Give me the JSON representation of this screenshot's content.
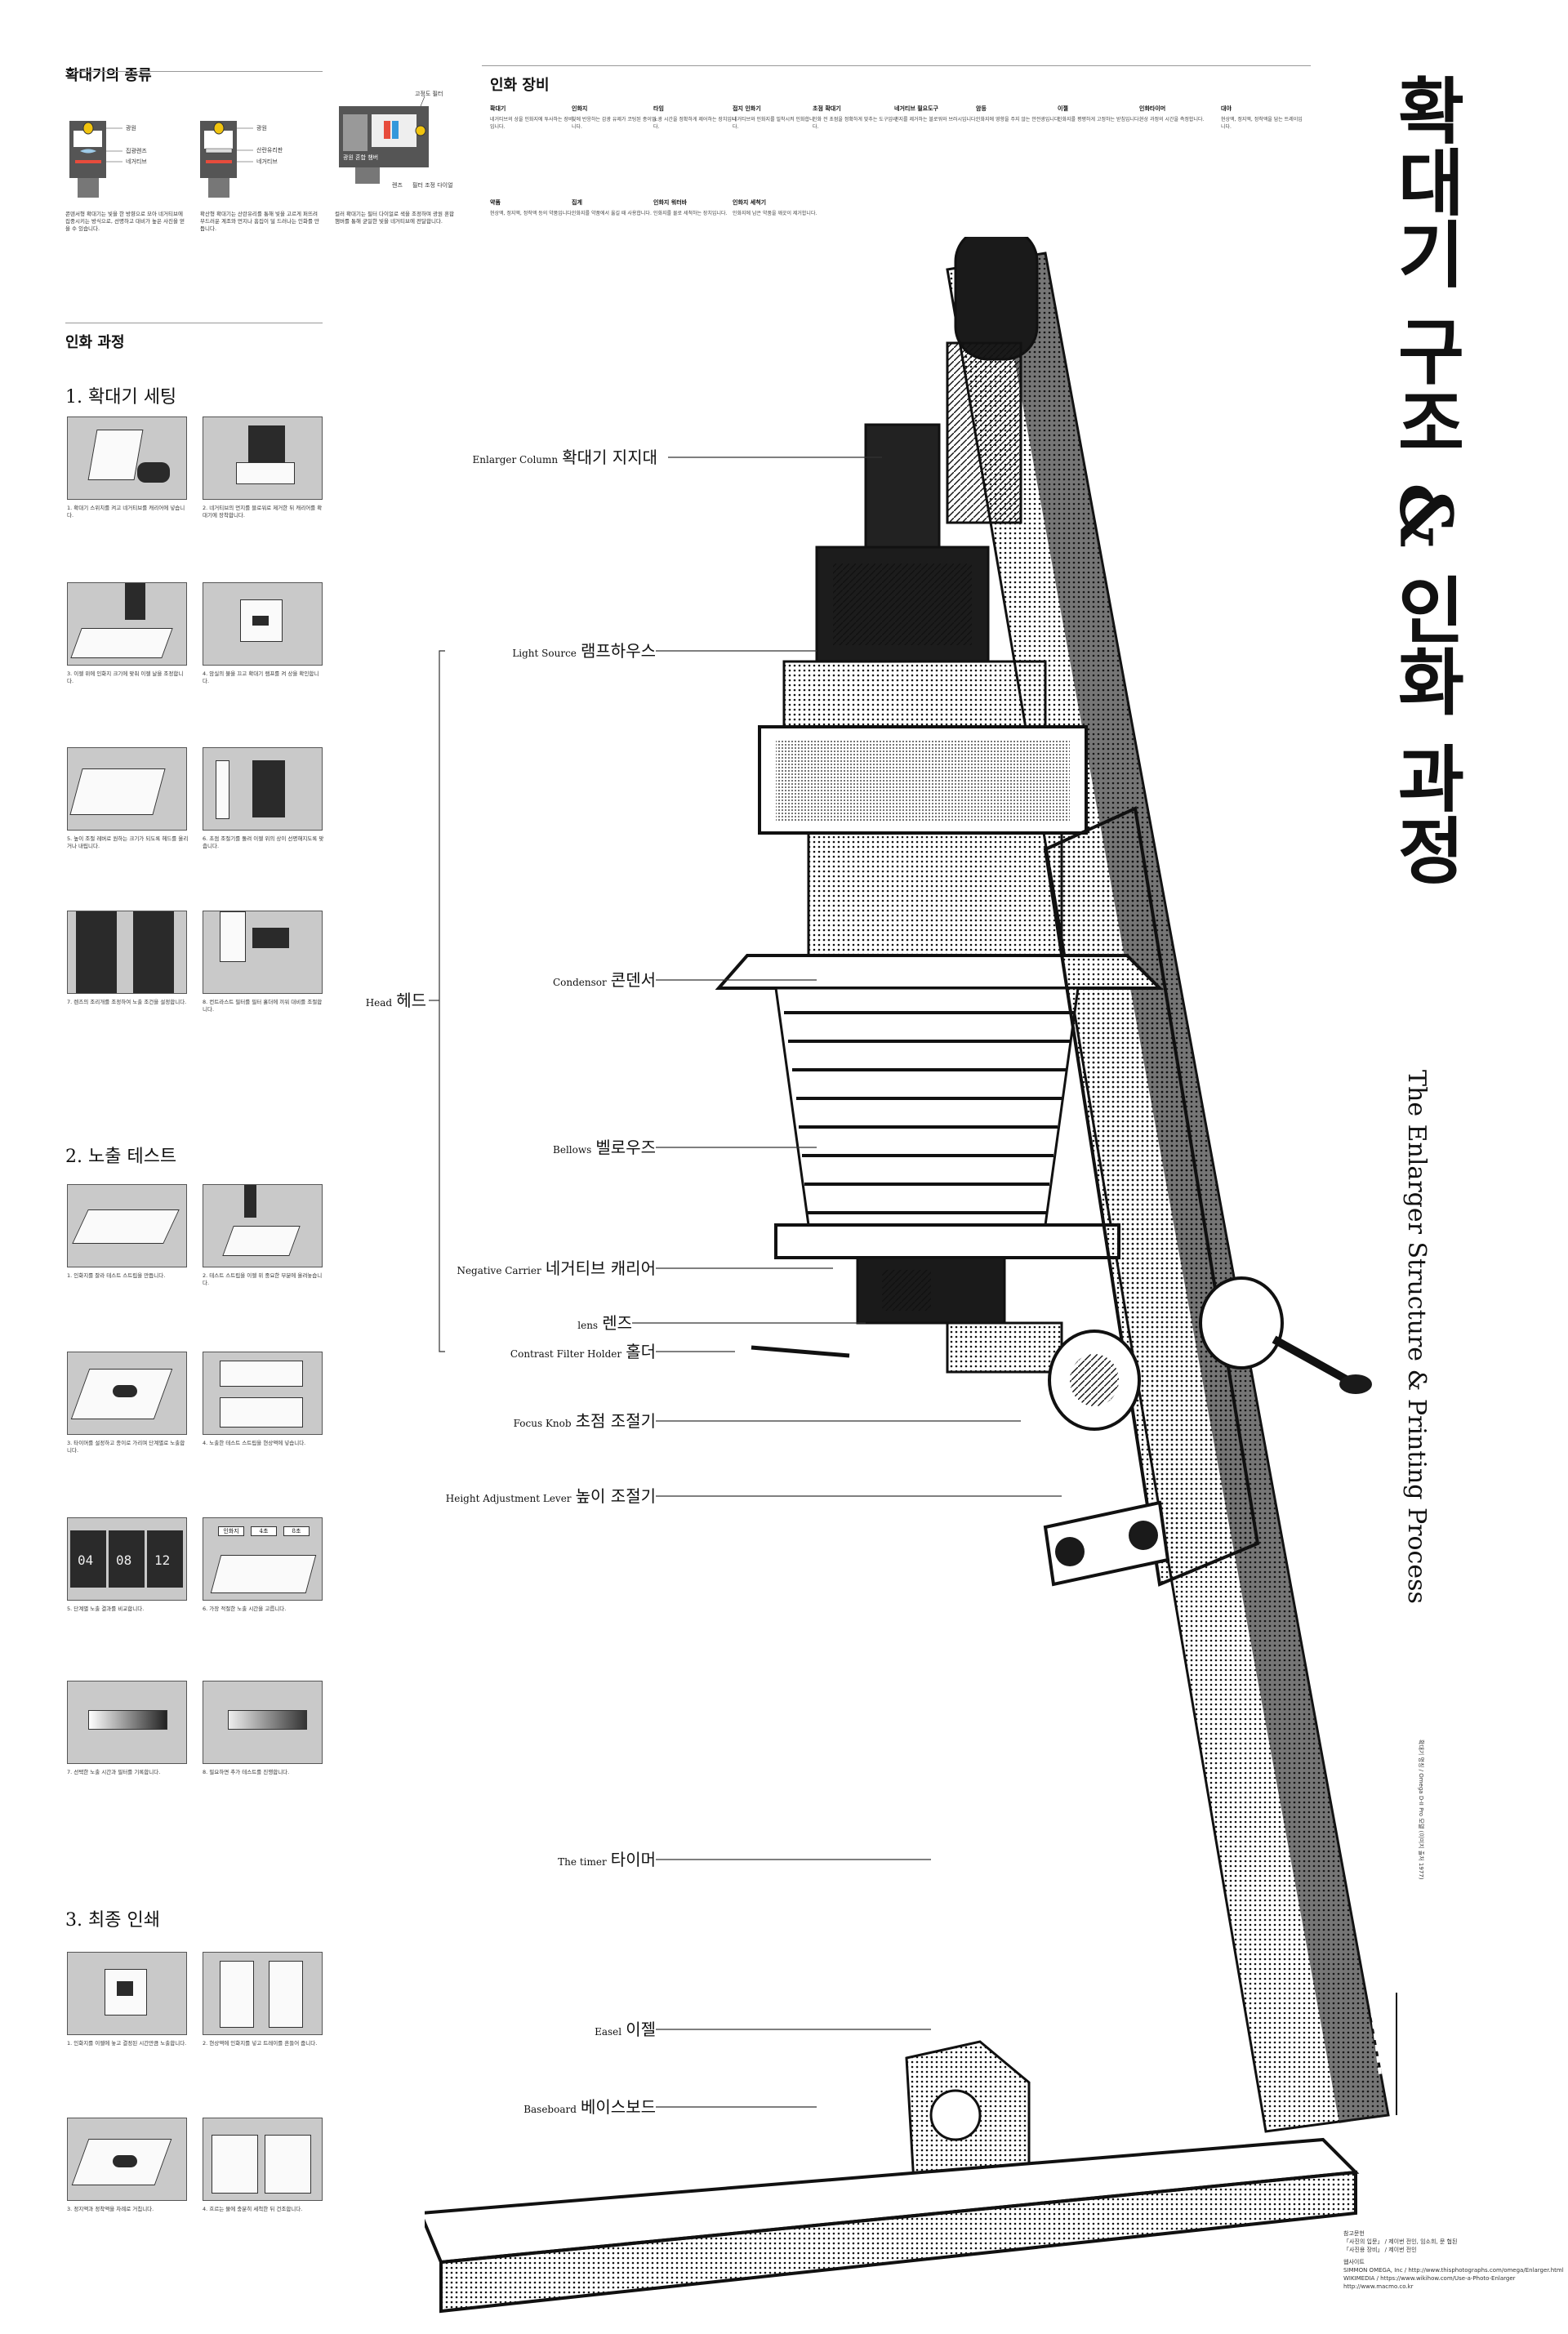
{
  "types_section": {
    "title": "확대기의 종류",
    "diagram1": {
      "labels": [
        "광원",
        "집광렌즈",
        "네거티브"
      ]
    },
    "diagram2": {
      "labels": [
        "광원",
        "산란유리판",
        "네거티브"
      ]
    },
    "diagram3": {
      "labels": [
        "고정도 필터",
        "광원 혼합 챔버",
        "렌즈",
        "필터 조정 다이얼"
      ]
    },
    "desc1": "콘덴서형 확대기는 빛을 한 방향으로 모아 네거티브에 집중시키는 방식으로, 선명하고 대비가 높은 사진을 얻을 수 있습니다.",
    "desc2": "확산형 확대기는 산란유리를 통해 빛을 고르게 퍼뜨려 부드러운 계조와 먼지나 흠집이 덜 드러나는 인화를 만듭니다.",
    "desc3": "컬러 확대기는 필터 다이얼로 색을 조정하며 광원 혼합 챔버를 통해 균일한 빛을 네거티브에 전달합니다."
  },
  "equipment_section": {
    "title": "인화 장비",
    "items": [
      {
        "head": "확대기",
        "body": "네거티브의 상을 인화지에 투사하는 장비입니다."
      },
      {
        "head": "인화지",
        "body": "빛에 반응하는 감광 유제가 코팅된 종이입니다."
      },
      {
        "head": "타임",
        "body": "노광 시간을 정확하게 제어하는 장치입니다."
      },
      {
        "head": "접지 인화기",
        "body": "네거티브와 인화지를 밀착시켜 인화합니다."
      },
      {
        "head": "초점 확대기",
        "body": "인화 전 초점을 정확하게 맞추는 도구입니다."
      },
      {
        "head": "네거티브 필요도구",
        "body": "먼지를 제거하는 블로워와 브러시입니다."
      },
      {
        "head": "암등",
        "body": "인화지에 영향을 주지 않는 안전광입니다."
      },
      {
        "head": "이젤",
        "body": "인화지를 평평하게 고정하는 받침입니다."
      },
      {
        "head": "인화타이머",
        "body": "현상 과정의 시간을 측정합니다."
      },
      {
        "head": "대야",
        "body": "현상액, 정지액, 정착액을 담는 트레이입니다."
      },
      {
        "head": "약품",
        "body": "현상액, 정지액, 정착액 등의 약품입니다."
      },
      {
        "head": "집게",
        "body": "인화지를 약품에서 옮길 때 사용합니다."
      },
      {
        "head": "인화지 워터바",
        "body": "인화지를 물로 세척하는 장치입니다."
      },
      {
        "head": "인화지 세척기",
        "body": "인화지에 남은 약품을 깨끗이 제거합니다."
      }
    ]
  },
  "process_section": {
    "title": "인화 과정",
    "step1": "1. 확대기 세팅",
    "step2": "2. 노출 테스트",
    "step3": "3. 최종 인쇄",
    "panel_text": {
      "t1": "04",
      "t2": "08",
      "t3": "12",
      "opt1": "인화지",
      "opt2": "4초",
      "opt3": "8초"
    },
    "captions": [
      "1. 확대기 스위치를 켜고 네거티브를 캐리어에 넣습니다.",
      "2. 네거티브의 먼지를 블로워로 제거한 뒤 캐리어를 확대기에 장착합니다.",
      "3. 이젤 위에 인화지 크기에 맞춰 이젤 날을 조정합니다.",
      "4. 암실의 불을 끄고 확대기 램프를 켜 상을 확인합니다.",
      "5. 높이 조절 레버로 원하는 크기가 되도록 헤드를 올리거나 내립니다.",
      "6. 초점 조절기를 돌려 이젤 위의 상이 선명해지도록 맞춥니다.",
      "7. 렌즈의 조리개를 조정하여 노출 조건을 설정합니다.",
      "8. 컨트라스트 필터를 필터 홀더에 끼워 대비를 조절합니다.",
      "1. 인화지를 잘라 테스트 스트립을 만듭니다.",
      "2. 테스트 스트립을 이젤 위 중요한 부분에 올려놓습니다.",
      "3. 타이머를 설정하고 종이로 가리며 단계별로 노출합니다.",
      "4. 노출한 테스트 스트립을 현상액에 넣습니다.",
      "5. 단계별 노출 결과를 비교합니다.",
      "6. 가장 적절한 노출 시간을 고릅니다.",
      "7. 선택한 노출 시간과 필터를 기록합니다.",
      "8. 필요하면 추가 테스트를 진행합니다.",
      "1. 인화지를 이젤에 놓고 결정된 시간만큼 노출합니다.",
      "2. 현상액에 인화지를 넣고 트레이를 흔들어 줍니다.",
      "3. 정지액과 정착액을 차례로 거칩니다.",
      "4. 흐르는 물에 충분히 세척한 뒤 건조합니다."
    ]
  },
  "labels": [
    {
      "en": "Enlarger Column",
      "ko": "확대기 지지대"
    },
    {
      "en": "Light Source",
      "ko": "램프하우스"
    },
    {
      "en": "Condensor",
      "ko": "콘덴서"
    },
    {
      "en": "Bellows",
      "ko": "벨로우즈"
    },
    {
      "en": "Negative Carrier",
      "ko": "네거티브 캐리어"
    },
    {
      "en": "lens",
      "ko": "렌즈"
    },
    {
      "en": "Contrast Filter Holder",
      "ko": "홀더"
    },
    {
      "en": "Focus Knob",
      "ko": "초점 조절기"
    },
    {
      "en": "Height Adjustment Lever",
      "ko": "높이 조절기"
    },
    {
      "en": "The timer",
      "ko": "타이머"
    },
    {
      "en": "Easel",
      "ko": "이젤"
    },
    {
      "en": "Baseboard",
      "ko": "베이스보드"
    }
  ],
  "head_label": {
    "en": "Head",
    "ko": "헤드"
  },
  "title_ko": "확대기 구조 & 인화 과정",
  "title_en": "The Enlarger Structure & Printing Process",
  "side_credit": "확대기 명칭 / Omega D-II Pro 모델 (이미지 출처 1977)",
  "credits": [
    "참고문헌",
    "「사진의 입문」 / 제이번 전인, 임소희, 문 협된",
    "「사진용 장비」 / 제이번 전인",
    "웹사이트",
    "SIMMON OMEGA, Inc / http://www.thisphotographs.com/omega/Enlarger.html",
    "WIKIMEDIA / https://www.wikihow.com/Use-a-Photo-Enlarger",
    "http://www.macmo.co.kr"
  ]
}
